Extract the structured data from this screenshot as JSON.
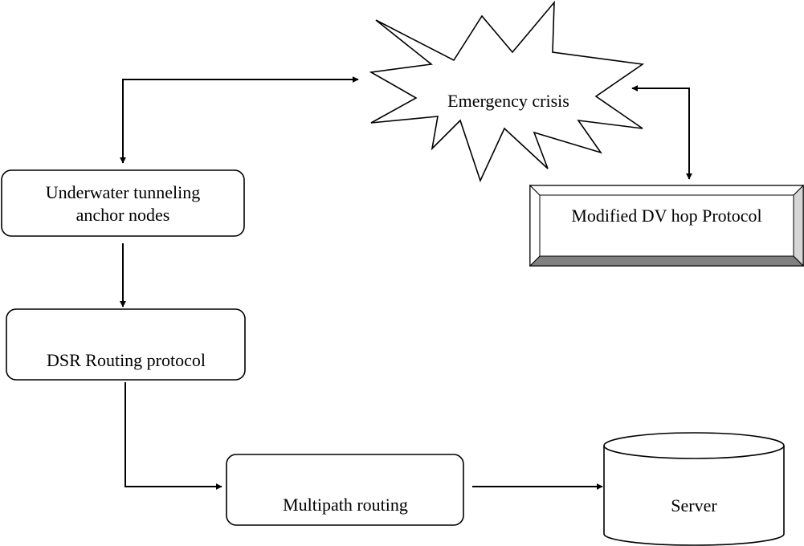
{
  "nodes": {
    "emergency": {
      "label": "Emergency crisis"
    },
    "underwater": {
      "line1": "Underwater tunneling",
      "line2": "anchor nodes"
    },
    "dsr": {
      "label": "DSR Routing protocol"
    },
    "multipath": {
      "label": "Multipath routing"
    },
    "server": {
      "label": "Server"
    },
    "dvhop": {
      "label": "Modified DV hop Protocol"
    }
  }
}
